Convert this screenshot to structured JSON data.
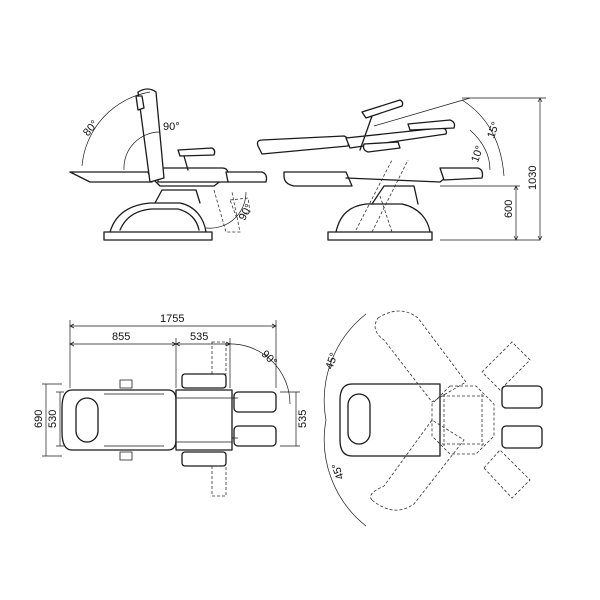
{
  "views": {
    "side_recline": {
      "angles": [
        "80°",
        "90°",
        "90°"
      ]
    },
    "side_flat": {
      "angles": [
        "15°",
        "10°"
      ],
      "heights": [
        "600",
        "1030"
      ]
    },
    "top": {
      "lengths": [
        "1755",
        "855",
        "535"
      ],
      "widths": [
        "690",
        "530",
        "535"
      ],
      "angle": "90°"
    },
    "rotation": {
      "angles": [
        "45°",
        "45°"
      ]
    }
  },
  "colors": {
    "line": "#1a1a1a",
    "background": "#ffffff"
  }
}
